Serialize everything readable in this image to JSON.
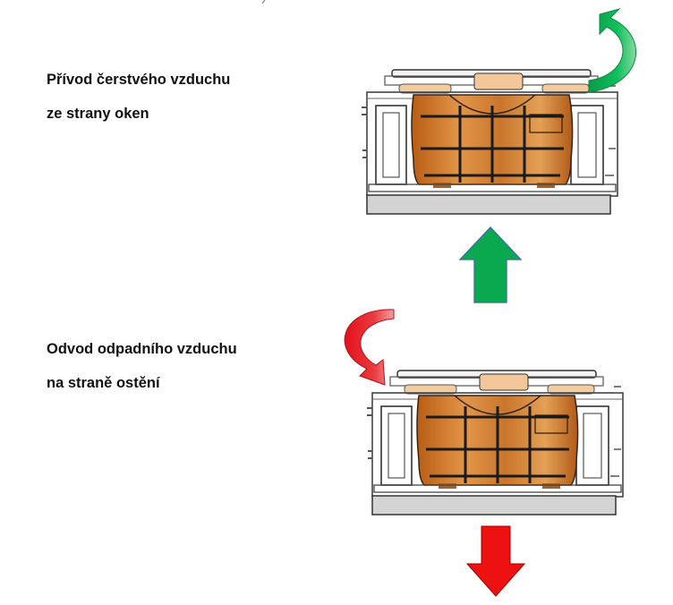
{
  "labels": {
    "supply_line1": "Přívod čerstvého vzduchu",
    "supply_line2": "ze strany oken",
    "exhaust_line1": "Odvod odpadního vzduchu",
    "exhaust_line2": "na straně ostění"
  },
  "colors": {
    "supply_arrow": "#0aa84f",
    "exhaust_arrow": "#ee1111",
    "unit_body": "#c8742a",
    "frame": "#444444",
    "base": "#d0d0d0"
  }
}
